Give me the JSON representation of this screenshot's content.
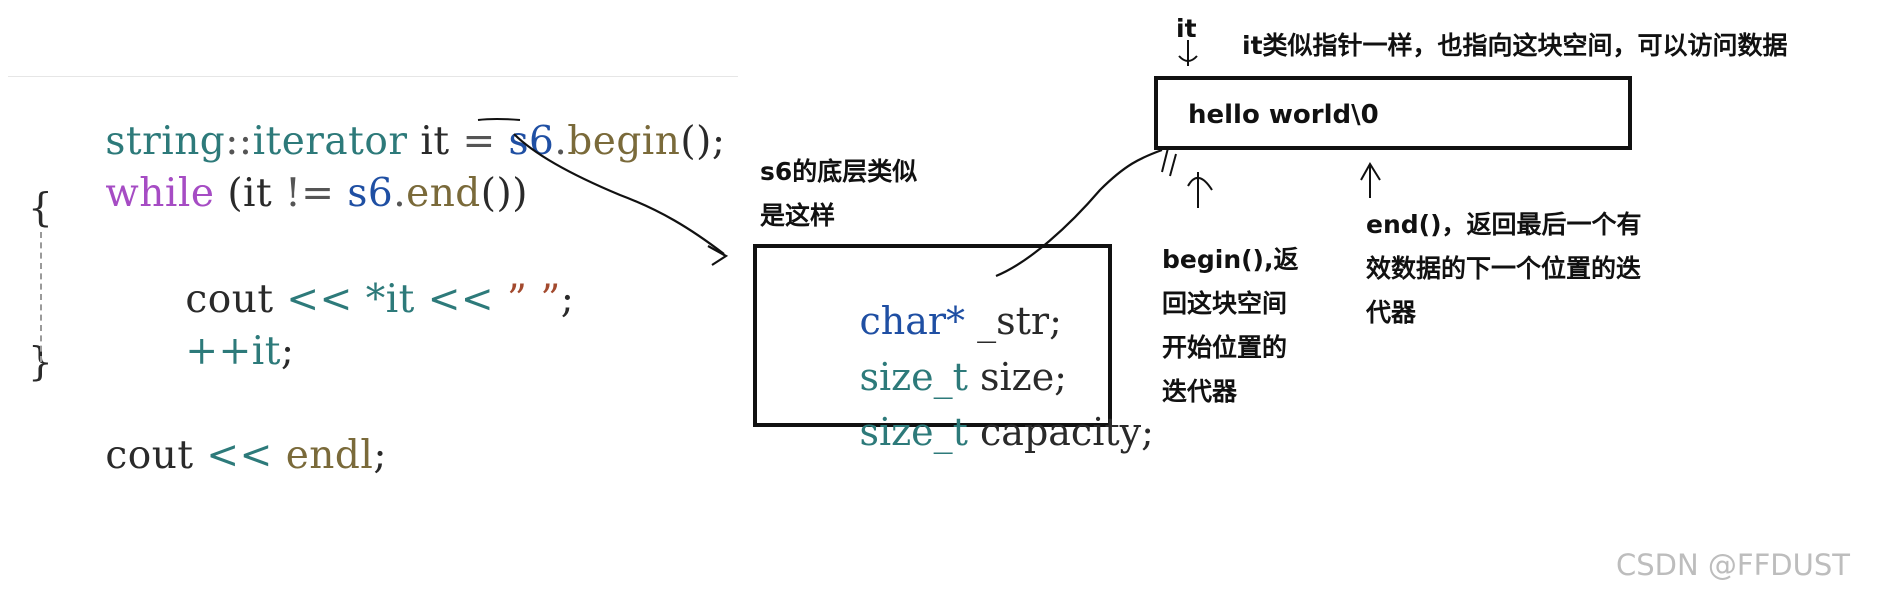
{
  "code": {
    "line1": {
      "type": "string",
      "sep": "::",
      "iter": "iterator",
      "var": "it",
      "eq": "=",
      "obj": "s6",
      "dot": ".",
      "call": "begin",
      "tail": "();"
    },
    "line2": {
      "kw": "while",
      "open": "(",
      "var": "it",
      "op": "!=",
      "obj": "s6",
      "dot": ".",
      "call": "end",
      "tail": "())"
    },
    "line3": {
      "brace": "{"
    },
    "line4": {
      "cout": "cout",
      "shl1": "<<",
      "deref": "*it",
      "shl2": "<<",
      "str": "” ”",
      "semi": ";"
    },
    "line5": {
      "inc": "++it",
      "semi": ";"
    },
    "line6": {
      "brace": "}"
    },
    "line7": {
      "cout": "cout",
      "shl": "<<",
      "endl": "endl",
      "semi": ";"
    }
  },
  "struct_caption": {
    "line1": "s6的底层类似",
    "line2": "是这样"
  },
  "struct_box": {
    "m1": {
      "type": "char*",
      "name": "_str;"
    },
    "m2": {
      "type": "size_t",
      "name": "size;"
    },
    "m3": {
      "type": "size_t",
      "name": "capacity;"
    }
  },
  "string_box": {
    "text": "hello world\\0"
  },
  "it_label": "it",
  "it_note": "it类似指针一样，也指向这块空间，可以访问数据",
  "begin_note": {
    "l1": "begin(),返",
    "l2": "回这块空间",
    "l3": "开始位置的",
    "l4": "迭代器"
  },
  "end_note": {
    "l1": "end()，返回最后一个有",
    "l2": "效数据的下一个位置的迭",
    "l3": "代器"
  },
  "watermark": "CSDN @FFDUST"
}
